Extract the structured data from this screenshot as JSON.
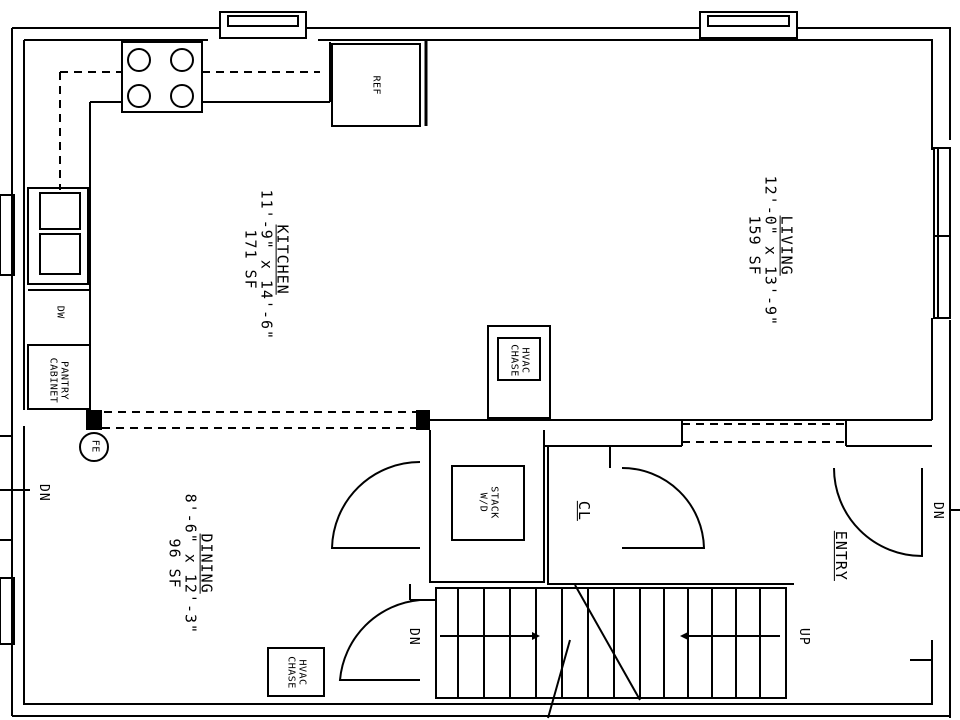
{
  "rooms": {
    "kitchen": {
      "name": "KITCHEN",
      "dims": "11'-9\" x 14'-6\"",
      "area": "171 SF"
    },
    "living": {
      "name": "LIVING",
      "dims": "12'-0\" x 13'-9\"",
      "area": "159 SF"
    },
    "dining": {
      "name": "DINING",
      "dims": "8'-6\" x 12'-3\"",
      "area": "96 SF"
    },
    "entry": {
      "name": "ENTRY"
    },
    "closet": {
      "name": "CL"
    }
  },
  "fixtures": {
    "ref": "REF",
    "dw": "DW",
    "pantry_line1": "PANTRY",
    "pantry_line2": "CABINET",
    "hvac_line1": "HVAC",
    "hvac_line2": "CHASE",
    "stack_line1": "STACK",
    "stack_line2": "W/D",
    "fe": "FE"
  },
  "directions": {
    "dn_left": "DN",
    "dn_right": "DN",
    "dn_stair": "DN",
    "up_stair": "UP"
  }
}
